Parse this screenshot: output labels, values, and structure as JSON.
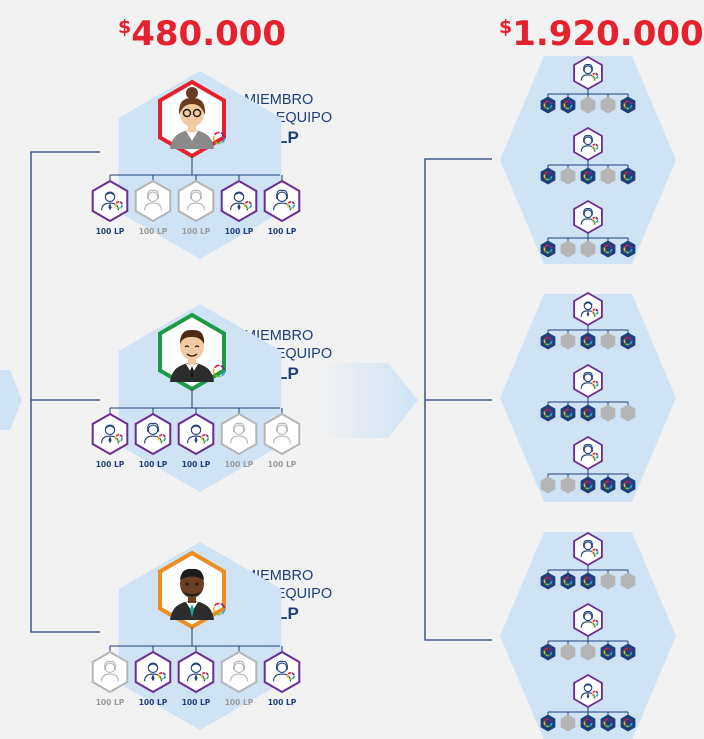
{
  "left_section": {
    "amount_currency": "$",
    "amount_value": "480.000",
    "groups": [
      {
        "leader": "woman",
        "leader_ring_color": "#e5212e",
        "label_line1": "MIEMBRO",
        "label_line2": "DEL EQUIPO",
        "points": "100 LP",
        "children": [
          {
            "active": true,
            "gender": "man",
            "points": "100 LP"
          },
          {
            "active": false,
            "gender": "woman",
            "points": "100 LP"
          },
          {
            "active": false,
            "gender": "woman",
            "points": "100 LP"
          },
          {
            "active": true,
            "gender": "man",
            "points": "100 LP"
          },
          {
            "active": true,
            "gender": "woman",
            "points": "100 LP"
          }
        ]
      },
      {
        "leader": "man-light",
        "leader_ring_color": "#1e9a48",
        "label_line1": "MIEMBRO",
        "label_line2": "DEL EQUIPO",
        "points": "100 LP",
        "children": [
          {
            "active": true,
            "gender": "man",
            "points": "100 LP"
          },
          {
            "active": true,
            "gender": "woman",
            "points": "100 LP"
          },
          {
            "active": true,
            "gender": "man",
            "points": "100 LP"
          },
          {
            "active": false,
            "gender": "woman",
            "points": "100 LP"
          },
          {
            "active": false,
            "gender": "woman",
            "points": "100 LP"
          }
        ]
      },
      {
        "leader": "man-dark",
        "leader_ring_color": "#ef8c1e",
        "label_line1": "MIEMBRO",
        "label_line2": "DEL EQUIPO",
        "points": "100 LP",
        "children": [
          {
            "active": false,
            "gender": "woman",
            "points": "100 LP"
          },
          {
            "active": true,
            "gender": "man",
            "points": "100 LP"
          },
          {
            "active": true,
            "gender": "man",
            "points": "100 LP"
          },
          {
            "active": false,
            "gender": "woman",
            "points": "100 LP"
          },
          {
            "active": true,
            "gender": "woman",
            "points": "100 LP"
          }
        ]
      }
    ]
  },
  "right_section": {
    "amount_currency": "$",
    "amount_value": "1.920.000",
    "hexes": [
      {
        "rows": [
          {
            "icon": "woman",
            "dots": [
              true,
              true,
              false,
              false,
              true
            ]
          },
          {
            "icon": "woman",
            "dots": [
              true,
              false,
              true,
              false,
              true
            ]
          },
          {
            "icon": "woman",
            "dots": [
              true,
              false,
              false,
              true,
              true
            ]
          }
        ]
      },
      {
        "rows": [
          {
            "icon": "man",
            "dots": [
              true,
              false,
              true,
              false,
              true
            ]
          },
          {
            "icon": "woman",
            "dots": [
              true,
              true,
              true,
              false,
              false
            ]
          },
          {
            "icon": "woman",
            "dots": [
              false,
              false,
              true,
              true,
              true
            ]
          }
        ]
      },
      {
        "rows": [
          {
            "icon": "woman",
            "dots": [
              true,
              true,
              true,
              false,
              false
            ]
          },
          {
            "icon": "woman",
            "dots": [
              true,
              false,
              false,
              true,
              true
            ]
          },
          {
            "icon": "man",
            "dots": [
              true,
              false,
              true,
              true,
              true
            ]
          }
        ]
      }
    ]
  },
  "colors": {
    "navy": "#1e3f7a",
    "purple": "#6a2c91",
    "hex_fill": "#cfe3f5",
    "inactive": "#b5b5b5",
    "red": "#e5212e",
    "dot_fill": "#1e3f7a"
  }
}
